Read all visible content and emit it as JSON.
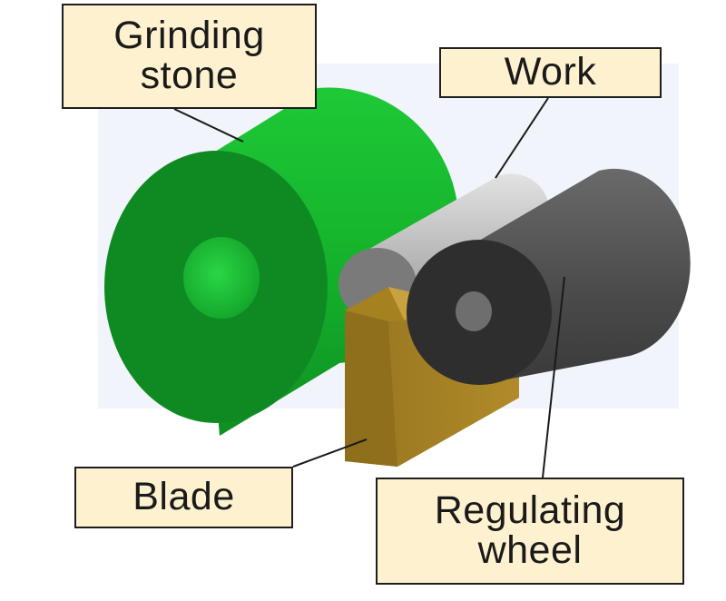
{
  "labels": {
    "grinding_stone": {
      "line1": "Grinding",
      "line2": "stone"
    },
    "work": "Work",
    "blade": "Blade",
    "regulating_wheel": {
      "line1": "Regulating",
      "line2": "wheel"
    }
  },
  "colors": {
    "label_fill": "#fdf1cf",
    "label_border": "#1e1e1e",
    "grinding_stone": "#17b52d",
    "grinding_stone_face": "#0d7f20",
    "work": "#c4c4c4",
    "work_face": "#767676",
    "regulating_wheel": "#4c4c4c",
    "regulating_wheel_face": "#2a2a2a",
    "blade": "#b8902a"
  }
}
